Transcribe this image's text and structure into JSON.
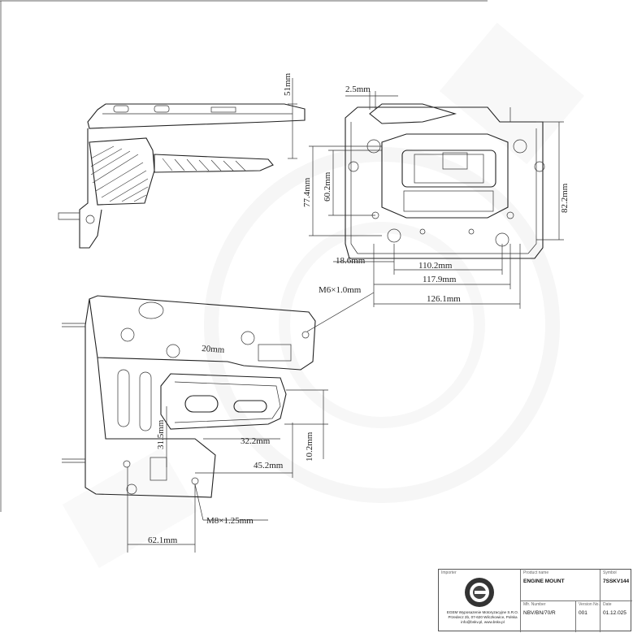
{
  "dimensions": {
    "d1": "2.5mm",
    "d2": "51mm",
    "d3": "77.4mm",
    "d4": "60.2mm",
    "d5": "82.2mm",
    "d6": "18.6mm",
    "d7": "110.2mm",
    "d8": "117.9mm",
    "d9": "126.1mm",
    "d10": "M6×1.0mm",
    "d11": "20mm",
    "d12": "31.5mm",
    "d13": "32.2mm",
    "d14": "10.2mm",
    "d15": "45.2mm",
    "d16": "M8×1.25mm",
    "d17": "62.1mm"
  },
  "title_block": {
    "importer_caption": "Importer",
    "product_caption": "Product name",
    "product_name": "ENGINE MOUNT",
    "symbol_caption": "Symbol",
    "symbol": "7SSKV144",
    "mfr_caption": "Mfr. Number",
    "mfr_number": "NBV/BN/70/R",
    "scale_caption": "Version No.",
    "scale": "001",
    "date_caption": "Date",
    "date": "01.12.025",
    "company_lines": [
      "EGEM Wyposazenie Motoryzacyjne S.R.O.",
      "Przedecz 2b, 07-620 Wilczkowice, Polska",
      "info@bskv.pl, www.bskv.pl"
    ]
  },
  "colors": {
    "ink": "#222222",
    "watermark": "#e6e6e6"
  }
}
